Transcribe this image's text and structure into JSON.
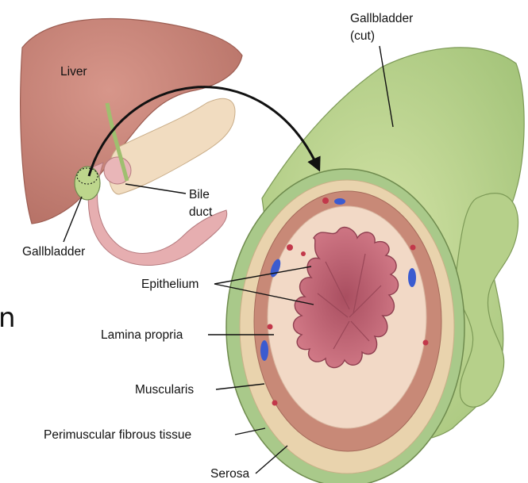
{
  "labels": {
    "liver": "Liver",
    "gallbladder_cut_line1": "Gallbladder",
    "gallbladder_cut_line2": "(cut)",
    "bile_duct_line1": "Bile",
    "bile_duct_line2": "duct",
    "gallbladder": "Gallbladder",
    "epithelium": "Epithelium",
    "lamina_propria": "Lamina propria",
    "muscularis": "Muscularis",
    "perimuscular": "Perimuscular fibrous tissue",
    "serosa": "Serosa"
  },
  "stray_glyph": "n",
  "colors": {
    "liver": "#c98478",
    "pancreas": "#f0dcc0",
    "duodenum": "#e8b0b0",
    "gallbladder": "#b9d38b",
    "serosa": "#a9c98a",
    "fibrous": "#ecd9b5",
    "muscularis": "#c98a78",
    "lamina": "#f3d7c5",
    "mucosa": "#c76a7a",
    "arrow": "#111111"
  }
}
